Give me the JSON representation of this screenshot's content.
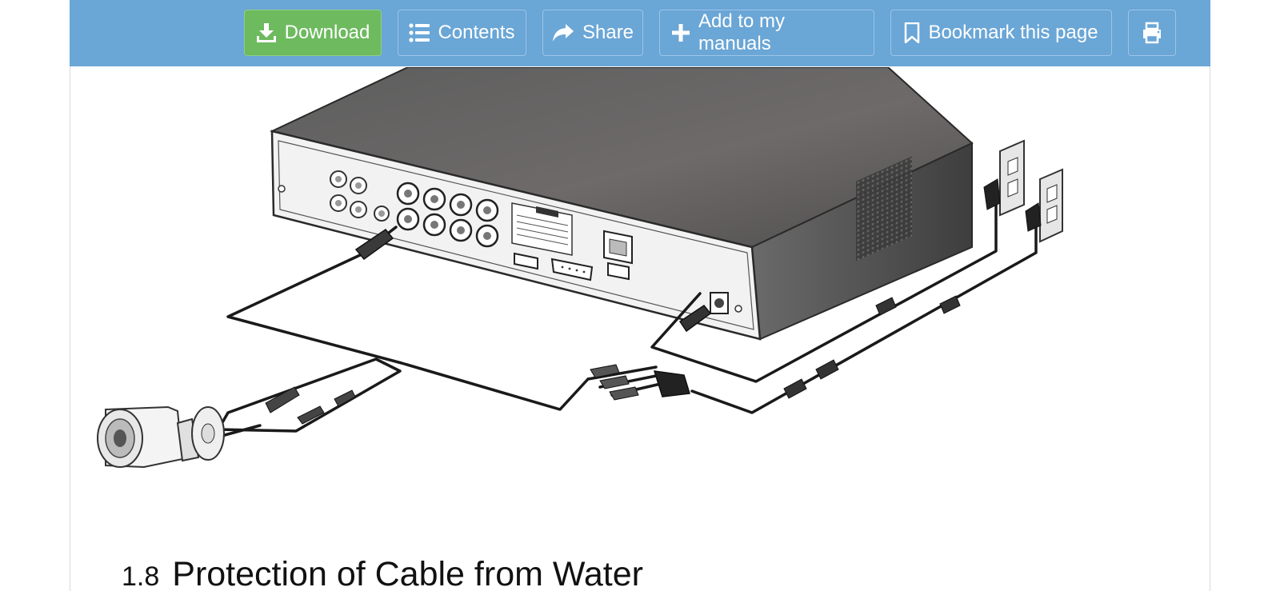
{
  "toolbar": {
    "download": {
      "label": "Download",
      "icon": "download-icon"
    },
    "contents": {
      "label": "Contents",
      "icon": "list-icon"
    },
    "share": {
      "label": "Share",
      "icon": "share-icon"
    },
    "add_to_manuals": {
      "label": "Add to my manuals",
      "icon": "plus-icon"
    },
    "bookmark": {
      "label": "Bookmark this page",
      "icon": "bookmark-icon"
    },
    "print": {
      "label": "",
      "icon": "print-icon"
    }
  },
  "colors": {
    "toolbar_bg": "#6aa6d6",
    "download_bg": "#6dba5f",
    "button_border": "#9cc6e8"
  },
  "document": {
    "section_number": "1.8",
    "section_title": "Protection of Cable from Water"
  }
}
